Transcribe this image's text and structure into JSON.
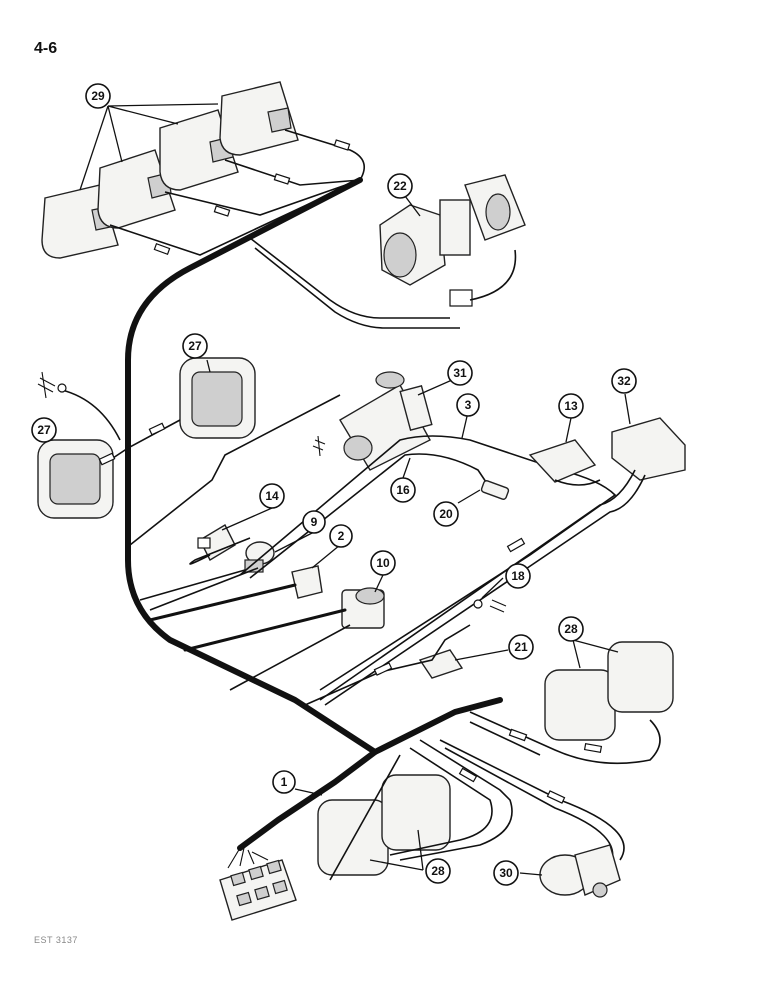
{
  "page": {
    "page_label": "4-6",
    "footer_code": "EST 3137"
  },
  "callouts": [
    {
      "id": "c1",
      "number": "1"
    },
    {
      "id": "c2",
      "number": "2"
    },
    {
      "id": "c3",
      "number": "3"
    },
    {
      "id": "c9",
      "number": "9"
    },
    {
      "id": "c10",
      "number": "10"
    },
    {
      "id": "c13",
      "number": "13"
    },
    {
      "id": "c14",
      "number": "14"
    },
    {
      "id": "c16",
      "number": "16"
    },
    {
      "id": "c18",
      "number": "18"
    },
    {
      "id": "c20",
      "number": "20"
    },
    {
      "id": "c21",
      "number": "21"
    },
    {
      "id": "c22",
      "number": "22"
    },
    {
      "id": "c27a",
      "number": "27"
    },
    {
      "id": "c27b",
      "number": "27"
    },
    {
      "id": "c28a",
      "number": "28"
    },
    {
      "id": "c28b",
      "number": "28"
    },
    {
      "id": "c29",
      "number": "29"
    },
    {
      "id": "c30",
      "number": "30"
    },
    {
      "id": "c31",
      "number": "31"
    },
    {
      "id": "c32",
      "number": "32"
    }
  ]
}
